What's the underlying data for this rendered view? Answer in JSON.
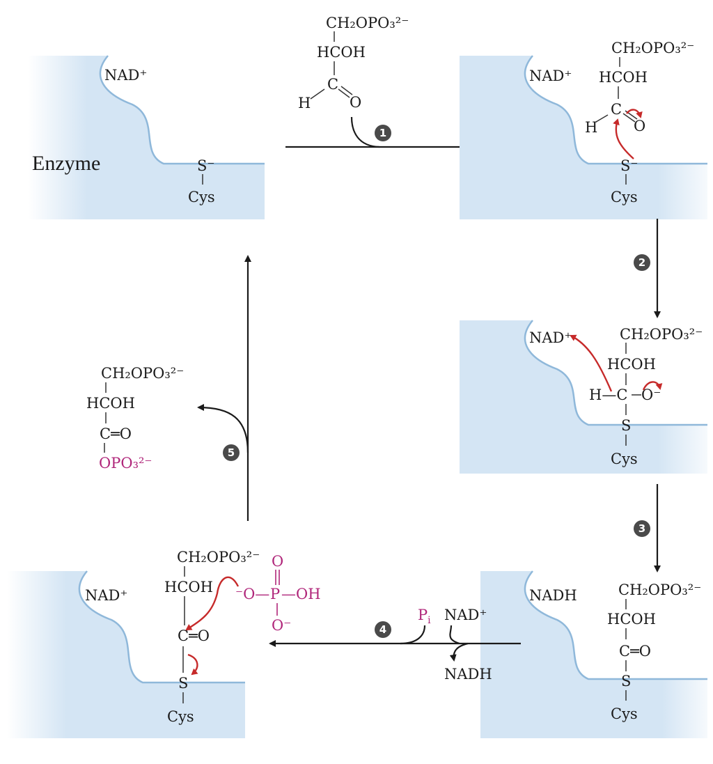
{
  "enzyme_label": "Enzyme",
  "common": {
    "nad_plus": "NAD⁺",
    "nadh": "NADH",
    "cys": "Cys",
    "s_minus": "S⁻",
    "s": "S",
    "hcoh": "HCOH",
    "ch2opo3": "CH₂OPO₃²⁻",
    "c_eq_o": "C═O",
    "h_label": "H",
    "o_label": "O",
    "c_label": "C",
    "o_minus": "O⁻",
    "h_c": "H—C",
    "p_label": "P",
    "oh_label": "OH",
    "pi_p": "P",
    "pi_sub": "i",
    "opo3": "OPO₃²⁻",
    "pho_left": "⁻O—",
    "pho_right": "—OH"
  },
  "steps": [
    "1",
    "2",
    "3",
    "4",
    "5"
  ],
  "colors": {
    "enzyme_fill": "#d4e5f4",
    "enzyme_edge": "#8fb8da",
    "mechanism_arrow": "#c62a2a",
    "phosphate": "#b0267a",
    "step_badge": "#4a4a4a"
  }
}
